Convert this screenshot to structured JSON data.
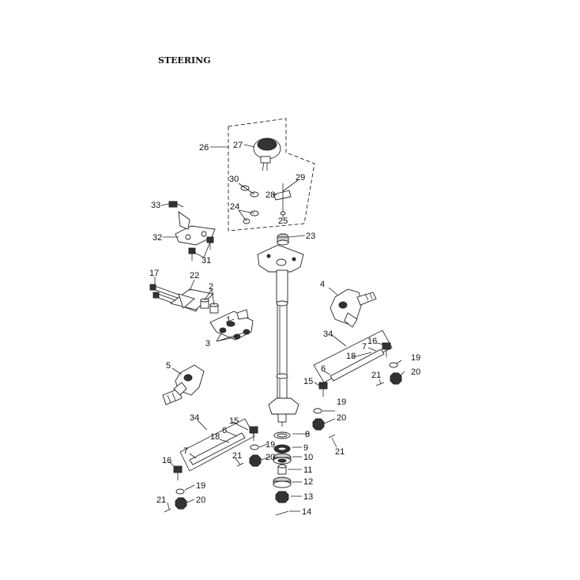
{
  "title": "STEERING",
  "labels": {
    "n1": "1",
    "n2": "2",
    "n3": "3",
    "n4": "4",
    "n5": "5",
    "n6a": "6",
    "n6b": "6",
    "n7a": "7",
    "n7b": "7",
    "n8": "8",
    "n9": "9",
    "n10": "10",
    "n11": "11",
    "n12": "12",
    "n13": "13",
    "n14": "14",
    "n15a": "15",
    "n15b": "15",
    "n16a": "16",
    "n16b": "16",
    "n17": "17",
    "n18a": "18",
    "n18b": "18",
    "n19a": "19",
    "n19b": "19",
    "n19c": "19",
    "n19d": "19",
    "n20a": "20",
    "n20b": "20",
    "n20c": "20",
    "n20d": "20",
    "n21a": "21",
    "n21b": "21",
    "n21c": "21",
    "n21d": "21",
    "n22": "22",
    "n23": "23",
    "n24": "24",
    "n25": "25",
    "n26": "26",
    "n27": "27",
    "n28": "28",
    "n29": "29",
    "n30": "30",
    "n31": "31",
    "n32": "32",
    "n33": "33",
    "n34a": "34",
    "n34b": "34"
  }
}
